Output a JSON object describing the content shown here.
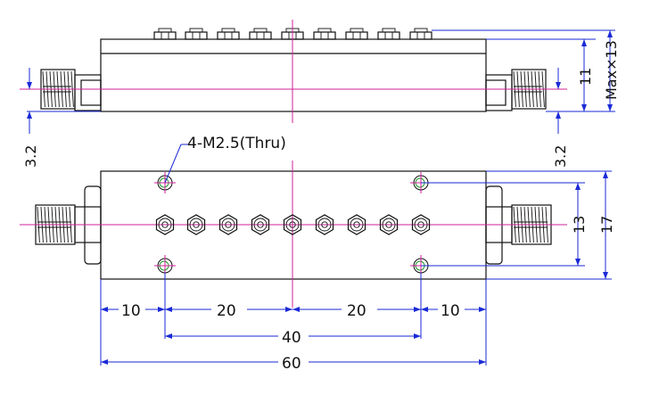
{
  "dimensions": {
    "height_max": "Max×13",
    "height_body": "11",
    "connector_offset_left": "3.2",
    "connector_offset_right": "3.2",
    "mount_holes": "4-M2.5(Thru)",
    "hole_spacing_v": "13",
    "body_width": "17",
    "edge_left": "10",
    "pitch_left": "20",
    "pitch_right": "20",
    "edge_right": "10",
    "hole_spacing_h": "40",
    "body_length": "60"
  },
  "colors": {
    "outline": "#111111",
    "dimension": "#1a2ad6",
    "centerline": "#d0209a",
    "hole_mark": "#1f9a2a"
  }
}
